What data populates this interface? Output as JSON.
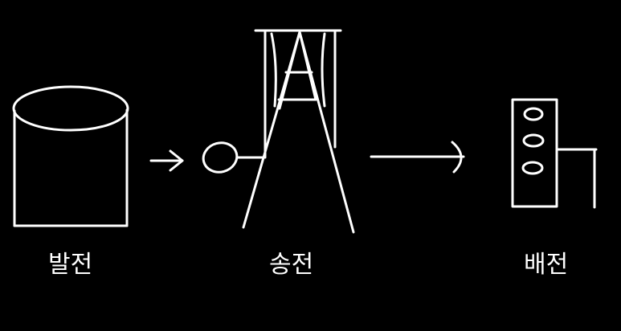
{
  "stages": {
    "generation": {
      "label": "발전"
    },
    "transmission": {
      "label": "송전"
    },
    "distribution": {
      "label": "배전"
    }
  },
  "colors": {
    "background": "#000000",
    "stroke": "#ffffff"
  }
}
